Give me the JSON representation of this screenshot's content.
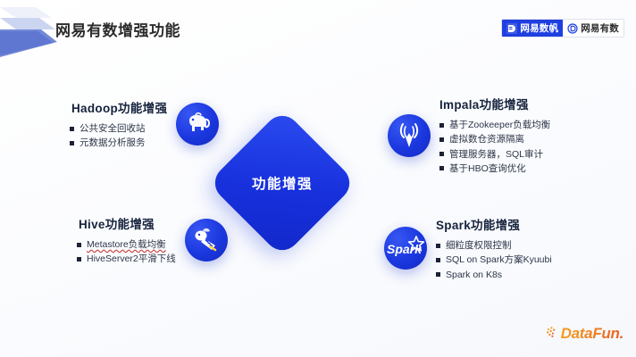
{
  "header": {
    "title": "网易有数增强功能",
    "decoration_icon": "chevron-stack-icon",
    "brand": {
      "primary_label": "网易数帆",
      "primary_icon": "netease-shufan-mark-icon",
      "secondary_label": "网易有数",
      "secondary_icon": "netease-youshu-mark-icon"
    }
  },
  "center": {
    "label": "功能增强"
  },
  "blocks": [
    {
      "id": "hadoop",
      "title": "Hadoop功能增强",
      "icon": "hadoop-elephant-icon",
      "side": "left",
      "bullets": [
        {
          "text": "公共安全回收站",
          "misspell": false
        },
        {
          "text": "元数据分析服务",
          "misspell": false
        }
      ]
    },
    {
      "id": "impala",
      "title": "Impala功能增强",
      "icon": "impala-antelope-icon",
      "side": "right",
      "bullets": [
        {
          "text": "基于Zookeeper负载均衡",
          "misspell": false
        },
        {
          "text": "虚拟数仓资源隔离",
          "misspell": false
        },
        {
          "text": "管理服务器，SQL审计",
          "misspell": false
        },
        {
          "text": "基于HBO查询优化",
          "misspell": false
        }
      ]
    },
    {
      "id": "hive",
      "title": "Hive功能增强",
      "icon": "hive-bee-icon",
      "side": "left",
      "bullets": [
        {
          "text": "Metastore负载均衡",
          "misspell": true
        },
        {
          "text": "HiveServer2平滑下线",
          "misspell": false
        }
      ]
    },
    {
      "id": "spark",
      "title": "Spark功能增强",
      "icon": "spark-star-icon",
      "side": "right",
      "bullets": [
        {
          "text": "细粒度权限控制",
          "misspell": false
        },
        {
          "text": "SQL on Spark方案Kyuubi",
          "misspell": false
        },
        {
          "text": "Spark on K8s",
          "misspell": false
        }
      ]
    }
  ],
  "footer": {
    "logo_text": "DataFun.",
    "logo_icon": "datafun-dots-icon"
  },
  "colors": {
    "accent_blue": "#1A37DE",
    "diamond_blue": "#1730DC",
    "title_dark": "#16233D",
    "body_text": "#2D3648",
    "brand_orange": "#EF7D22"
  }
}
